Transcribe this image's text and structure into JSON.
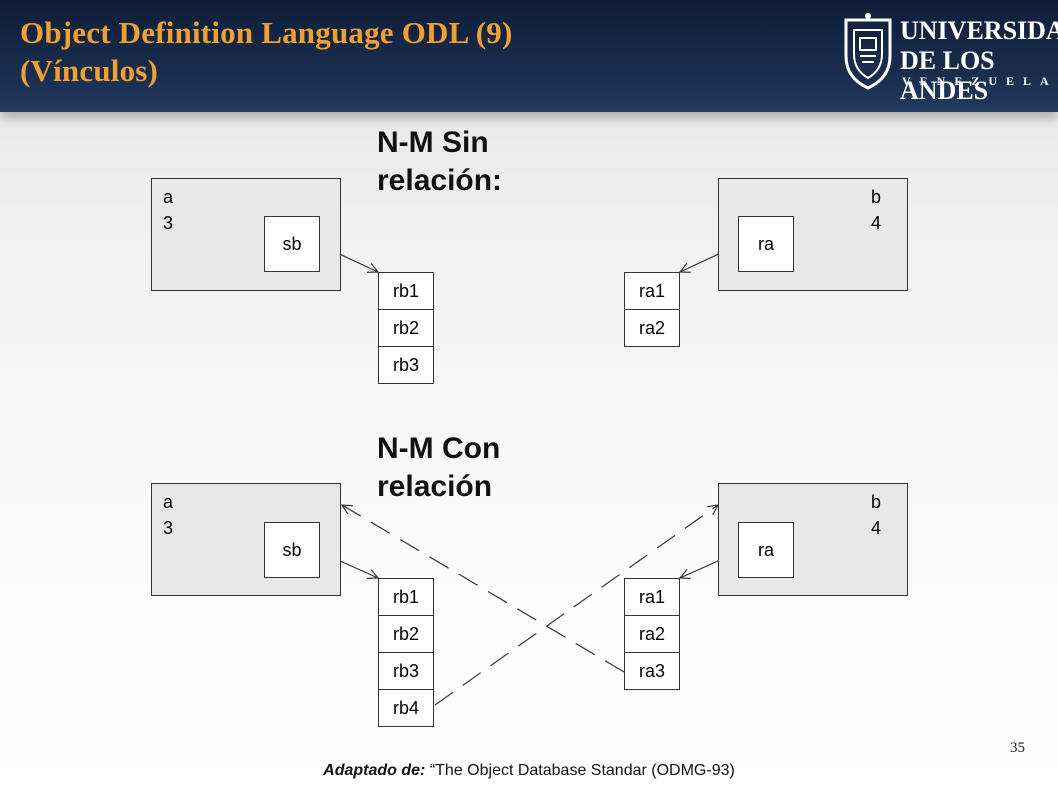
{
  "title": {
    "line1": "Object Definition Language ODL (9)",
    "line2": "(Vínculos)"
  },
  "logo": {
    "line1": "UNIVERSIDAD",
    "line2": "DE LOS ANDES",
    "line3": "VENEZUELA"
  },
  "diagram1": {
    "heading_line1": "N-M Sin",
    "heading_line2": "relación:",
    "left": {
      "label1": "a",
      "label2": "3",
      "ref": "sb",
      "cells": [
        "rb1",
        "rb2",
        "rb3"
      ]
    },
    "right": {
      "label1": "b",
      "label2": "4",
      "ref": "ra",
      "cells": [
        "ra1",
        "ra2"
      ]
    }
  },
  "diagram2": {
    "heading_line1": "N-M Con",
    "heading_line2": "relación",
    "left": {
      "label1": "a",
      "label2": "3",
      "ref": "sb",
      "cells": [
        "rb1",
        "rb2",
        "rb3",
        "rb4"
      ]
    },
    "right": {
      "label1": "b",
      "label2": "4",
      "ref": "ra",
      "cells": [
        "ra1",
        "ra2",
        "ra3"
      ]
    }
  },
  "footnote": {
    "prefix": "Adaptado de:",
    "text": " “The Object Database Standar (ODMG-93)"
  },
  "page_number": "35"
}
